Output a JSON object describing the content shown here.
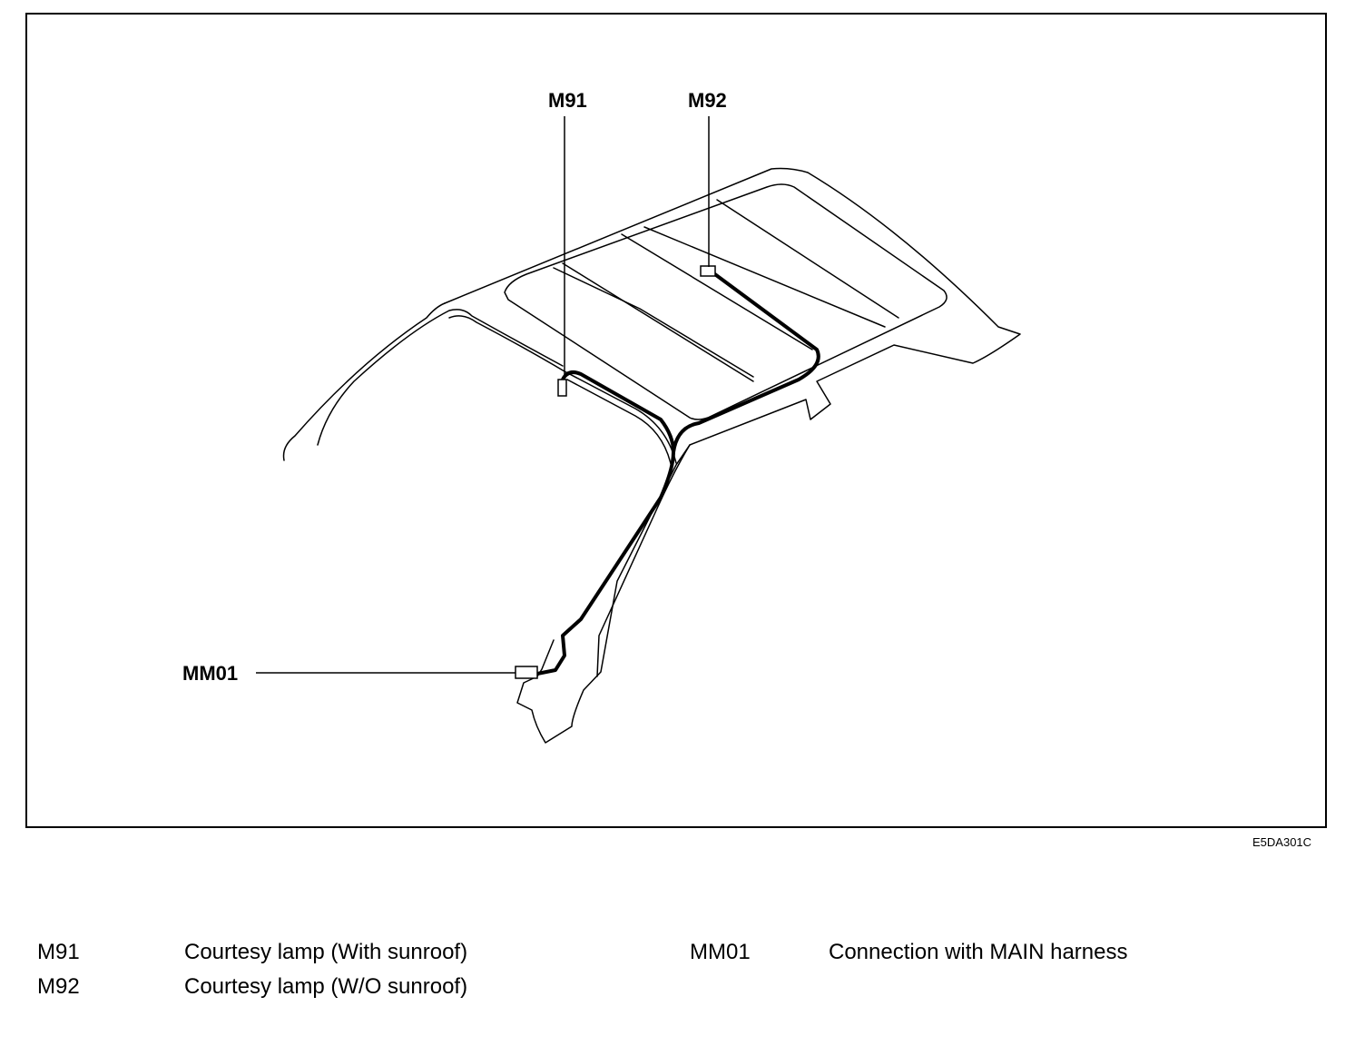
{
  "callouts": {
    "m91": "M91",
    "m92": "M92",
    "mm01": "MM01"
  },
  "figure_code": "E5DA301C",
  "legend": {
    "items": [
      {
        "code": "M91",
        "description": "Courtesy lamp (With sunroof)"
      },
      {
        "code": "M92",
        "description": "Courtesy lamp (W/O sunroof)"
      },
      {
        "code": "MM01",
        "description": "Connection with MAIN harness"
      }
    ]
  },
  "colors": {
    "line": "#000000",
    "background": "#ffffff"
  }
}
